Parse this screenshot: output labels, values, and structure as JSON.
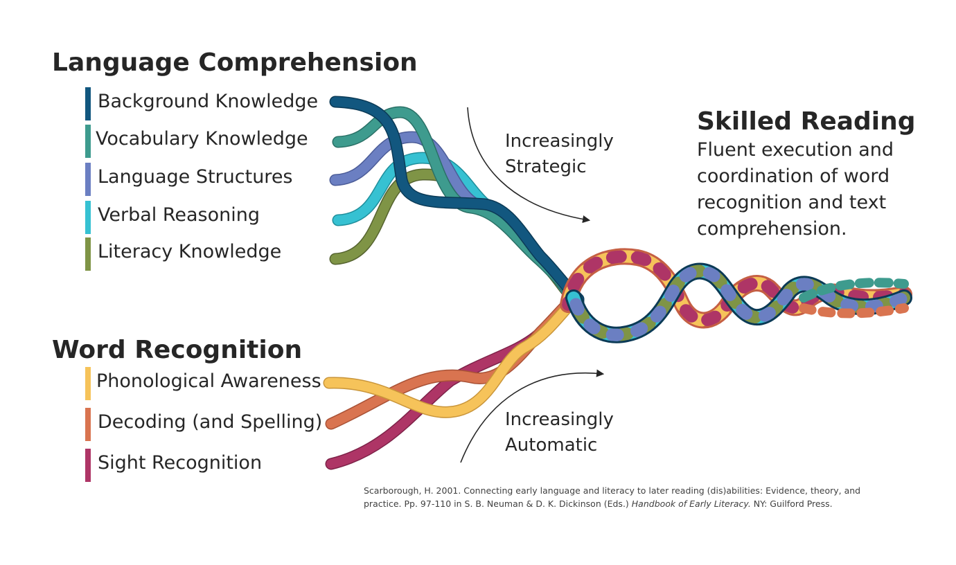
{
  "colors": {
    "background_knowledge": "#12577f",
    "vocabulary_knowledge": "#3e9b8e",
    "language_structures": "#6b7fc2",
    "verbal_reasoning": "#36c1d2",
    "literacy_knowledge": "#7f9446",
    "phonological_awareness": "#f6c35a",
    "decoding": "#d97450",
    "sight_recognition": "#ae3566",
    "text": "#262626"
  },
  "language_comprehension": {
    "title": "Language Comprehension",
    "items": [
      {
        "label": "Background Knowledge"
      },
      {
        "label": "Vocabulary Knowledge"
      },
      {
        "label": "Language Structures"
      },
      {
        "label": "Verbal Reasoning"
      },
      {
        "label": "Literacy Knowledge"
      }
    ]
  },
  "word_recognition": {
    "title": "Word Recognition",
    "items": [
      {
        "label": "Phonological Awareness"
      },
      {
        "label": "Decoding (and Spelling)"
      },
      {
        "label": "Sight Recognition"
      }
    ]
  },
  "strategic_note": {
    "line1": "Increasingly",
    "line2": "Strategic"
  },
  "automatic_note": {
    "line1": "Increasingly",
    "line2": "Automatic"
  },
  "skilled_reading": {
    "title": "Skilled Reading",
    "lines": [
      "Fluent execution and",
      "coordination of word",
      "recognition and text",
      "comprehension."
    ]
  },
  "citation": {
    "line1": "Scarborough,  H. 2001. Connecting early language and literacy to later reading (dis)abilities: Evidence, theory, and",
    "line2_pre": "practice. Pp. 97-110 in S. B. Neuman & D. K. Dickinson (Eds.) ",
    "line2_italic": "Handbook of Early Literacy.",
    "line2_post": " NY: Guilford Press."
  }
}
